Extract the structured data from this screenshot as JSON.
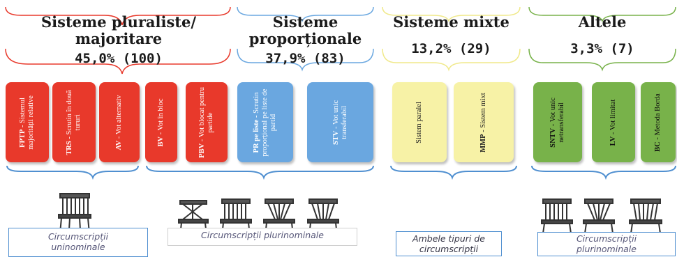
{
  "groups": [
    {
      "name_line1": "Sisteme pluraliste/",
      "name_line2": "majoritare",
      "percent": "45,0% (100)",
      "color": "#e8392b"
    },
    {
      "name_line1": "Sisteme",
      "name_line2": "proporționale",
      "percent": "37,9% (83)",
      "color": "#6aa7e0"
    },
    {
      "name_line1": "Sisteme mixte",
      "name_line2": "",
      "percent": "13,2% (29)",
      "color": "#f0e98a"
    },
    {
      "name_line1": "Altele",
      "name_line2": "",
      "percent": "3,3% (7)",
      "color": "#78b24a"
    }
  ],
  "boxes": [
    {
      "abbr": "FPTP",
      "text": " - Sistemul majorității relative"
    },
    {
      "abbr": "TRS",
      "text": " - Scrutin în două tururi"
    },
    {
      "abbr": "AV",
      "text": " - Vot alternativ"
    },
    {
      "abbr": "BV",
      "text": " - Vot în bloc"
    },
    {
      "abbr": "PBV",
      "text": " - Vot blocat pentru partide"
    },
    {
      "abbr": "PR pe liste",
      "text": " - Scrutin proporțional pe liste de partid"
    },
    {
      "abbr": "STV",
      "text": " - Vot unic transferabil"
    },
    {
      "abbr": "",
      "text": "Sistem paralel"
    },
    {
      "abbr": "MMP",
      "text": " - Sistem mixt"
    },
    {
      "abbr": "SNTV",
      "text": " - Vot unic netransferabil"
    },
    {
      "abbr": "LV",
      "text": " - Vot limitat"
    },
    {
      "abbr": "BC",
      "text": " - Metoda Borda"
    }
  ],
  "captions": {
    "uninominal_1": "Circumscripții",
    "uninominal_2": "uninominale",
    "plurinominal_main": "Circumscripții plurinominale",
    "both_1": "Ambele tipuri de",
    "both_2": "circumscripții",
    "plurinominal_right_1": "Circumscripții",
    "plurinominal_right_2": "plurinominale"
  },
  "colors": {
    "red": "#e8392b",
    "blue": "#6aa7e0",
    "yellow": "#f7f2a6",
    "green": "#78b24a",
    "bracket_blue": "#4f8fd0"
  }
}
